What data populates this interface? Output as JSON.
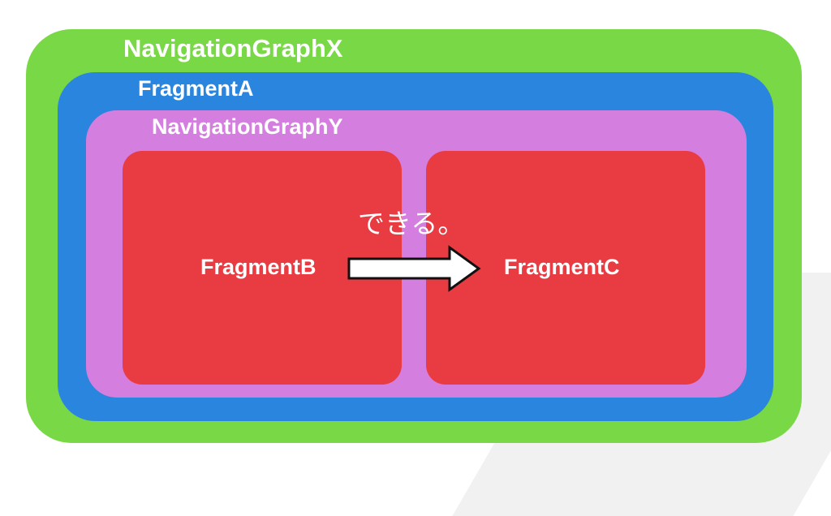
{
  "diagram": {
    "outer_label": "NavigationGraphX",
    "fragment_a_label": "FragmentA",
    "inner_graph_label": "NavigationGraphY",
    "fragment_b_label": "FragmentB",
    "fragment_c_label": "FragmentC",
    "note": "できる。",
    "colors": {
      "graph_x": "#78d846",
      "fragment_a": "#2a85de",
      "graph_y": "#d47edf",
      "fragments": "#e93b42",
      "text": "#ffffff"
    }
  }
}
